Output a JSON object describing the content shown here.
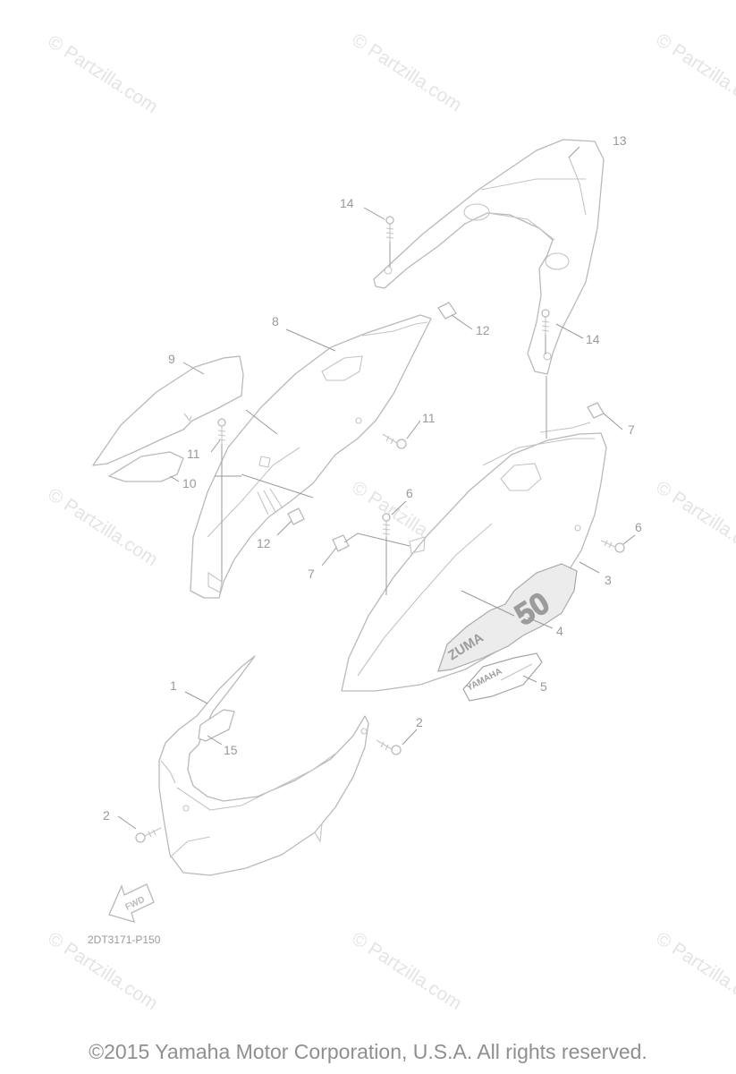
{
  "watermark": "© Partzilla.com",
  "diagram_code": "2DT3171-P150",
  "copyright": "©2015 Yamaha Motor Corporation, U.S.A. All rights reserved.",
  "fwd_label": "FWD",
  "decals": {
    "model": "ZUMA",
    "number": "50",
    "brand": "YAMAHA"
  },
  "callouts": {
    "c1": "1",
    "c2a": "2",
    "c2b": "2",
    "c3": "3",
    "c4": "4",
    "c5": "5",
    "c6a": "6",
    "c6b": "6",
    "c7a": "7",
    "c7b": "7",
    "c8": "8",
    "c9": "9",
    "c10": "10",
    "c11a": "11",
    "c11b": "11",
    "c12a": "12",
    "c12b": "12",
    "c13": "13",
    "c14a": "14",
    "c14b": "14",
    "c15": "15"
  }
}
